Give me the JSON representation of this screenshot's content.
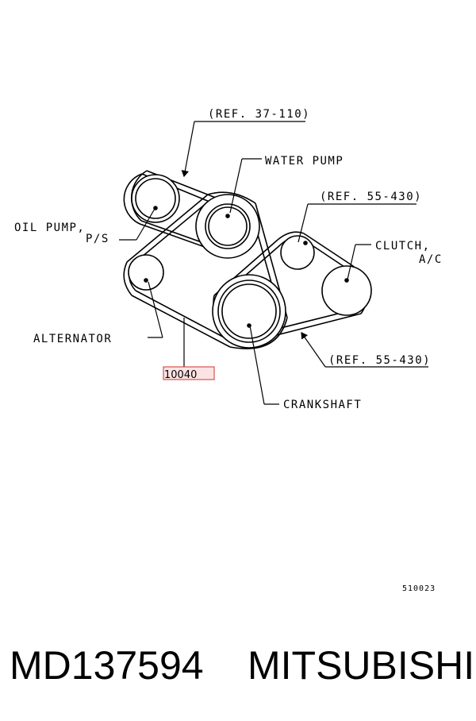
{
  "labels": {
    "ref_top": "(REF. 37-110)",
    "water_pump": "WATER  PUMP",
    "ref_right_top": "(REF. 55-430)",
    "oil_pump_1": "OIL  PUMP,",
    "oil_pump_2": "P/S",
    "clutch_1": "CLUTCH,",
    "clutch_2": "A/C",
    "alternator": "ALTERNATOR",
    "ref_right_bottom": "(REF. 55-430)",
    "part_ref": "10040",
    "crankshaft": "CRANKSHAFT",
    "drawing_no": "510023"
  },
  "footer": {
    "part_number": "MD137594",
    "brand": "MITSUBISHI"
  },
  "colors": {
    "highlight": "#d9534f",
    "highlight_fill": "#fbe3e3",
    "ink": "#000000"
  }
}
